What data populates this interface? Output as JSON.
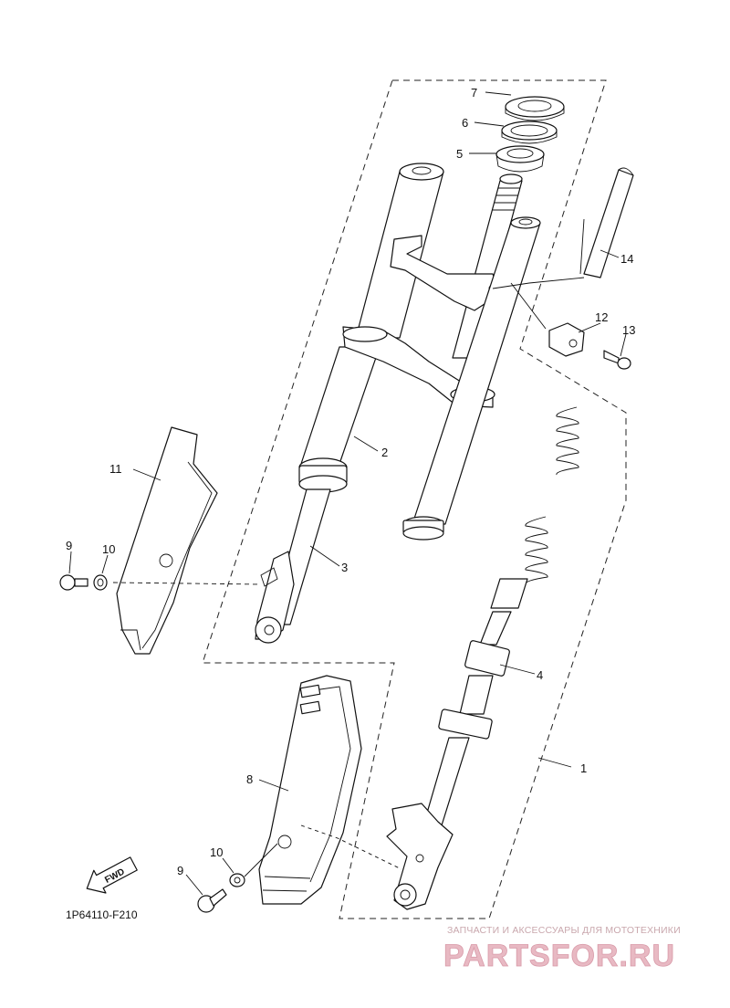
{
  "callouts": {
    "c1": "1",
    "c2": "2",
    "c3": "3",
    "c4": "4",
    "c5": "5",
    "c6": "6",
    "c7": "7",
    "c8": "8",
    "c9a": "9",
    "c9b": "9",
    "c10a": "10",
    "c10b": "10",
    "c11": "11",
    "c12": "12",
    "c13": "13",
    "c14": "14"
  },
  "diagram_code": "1P64110-F210",
  "fwd_label": "FWD",
  "watermark": {
    "tagline": "ЗАПЧАСТИ И АКСЕССУАРЫ ДЛЯ МОТОТЕХНИКИ",
    "brand": "PARTSFOR.RU"
  },
  "colors": {
    "line": "#111111",
    "watermark": "#e8b9c3"
  }
}
